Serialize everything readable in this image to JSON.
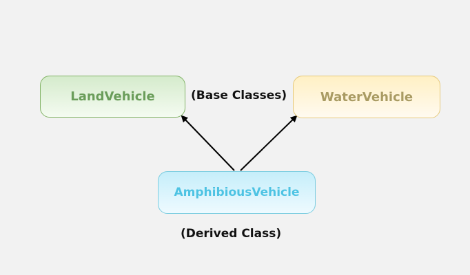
{
  "nodes": {
    "land": {
      "label": "LandVehicle",
      "role": "base"
    },
    "water": {
      "label": "WaterVehicle",
      "role": "base"
    },
    "amphibious": {
      "label": "AmphibiousVehicle",
      "role": "derived"
    }
  },
  "annotations": {
    "base": "(Base Classes)",
    "derived": "(Derived Class)"
  },
  "edges": [
    {
      "from": "amphibious",
      "to": "land",
      "type": "inheritance-arrow"
    },
    {
      "from": "amphibious",
      "to": "water",
      "type": "inheritance-arrow"
    }
  ],
  "colors": {
    "background": "#f2f2f2",
    "land_text": "#6a9d5a",
    "water_text": "#a99b63",
    "amphibious_text": "#4dc3e3",
    "arrow": "#000000"
  }
}
